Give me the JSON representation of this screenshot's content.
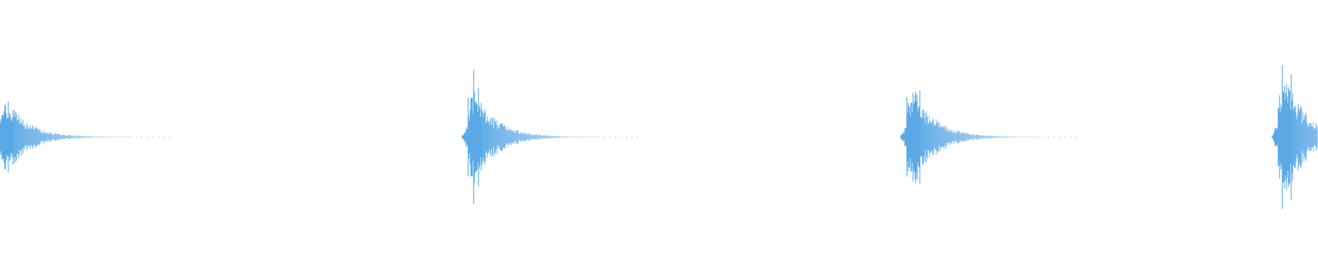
{
  "waveform": {
    "color": "#5aa9e6",
    "background": "#ffffff",
    "transient_count_visible": 4,
    "transients": [
      {
        "onset_fraction": 0.0,
        "peak_level": 0.78
      },
      {
        "onset_fraction": 0.355,
        "peak_level": 1.0
      },
      {
        "onset_fraction": 0.688,
        "peak_level": 1.03
      },
      {
        "onset_fraction": 0.97,
        "peak_level": 1.32
      }
    ]
  }
}
